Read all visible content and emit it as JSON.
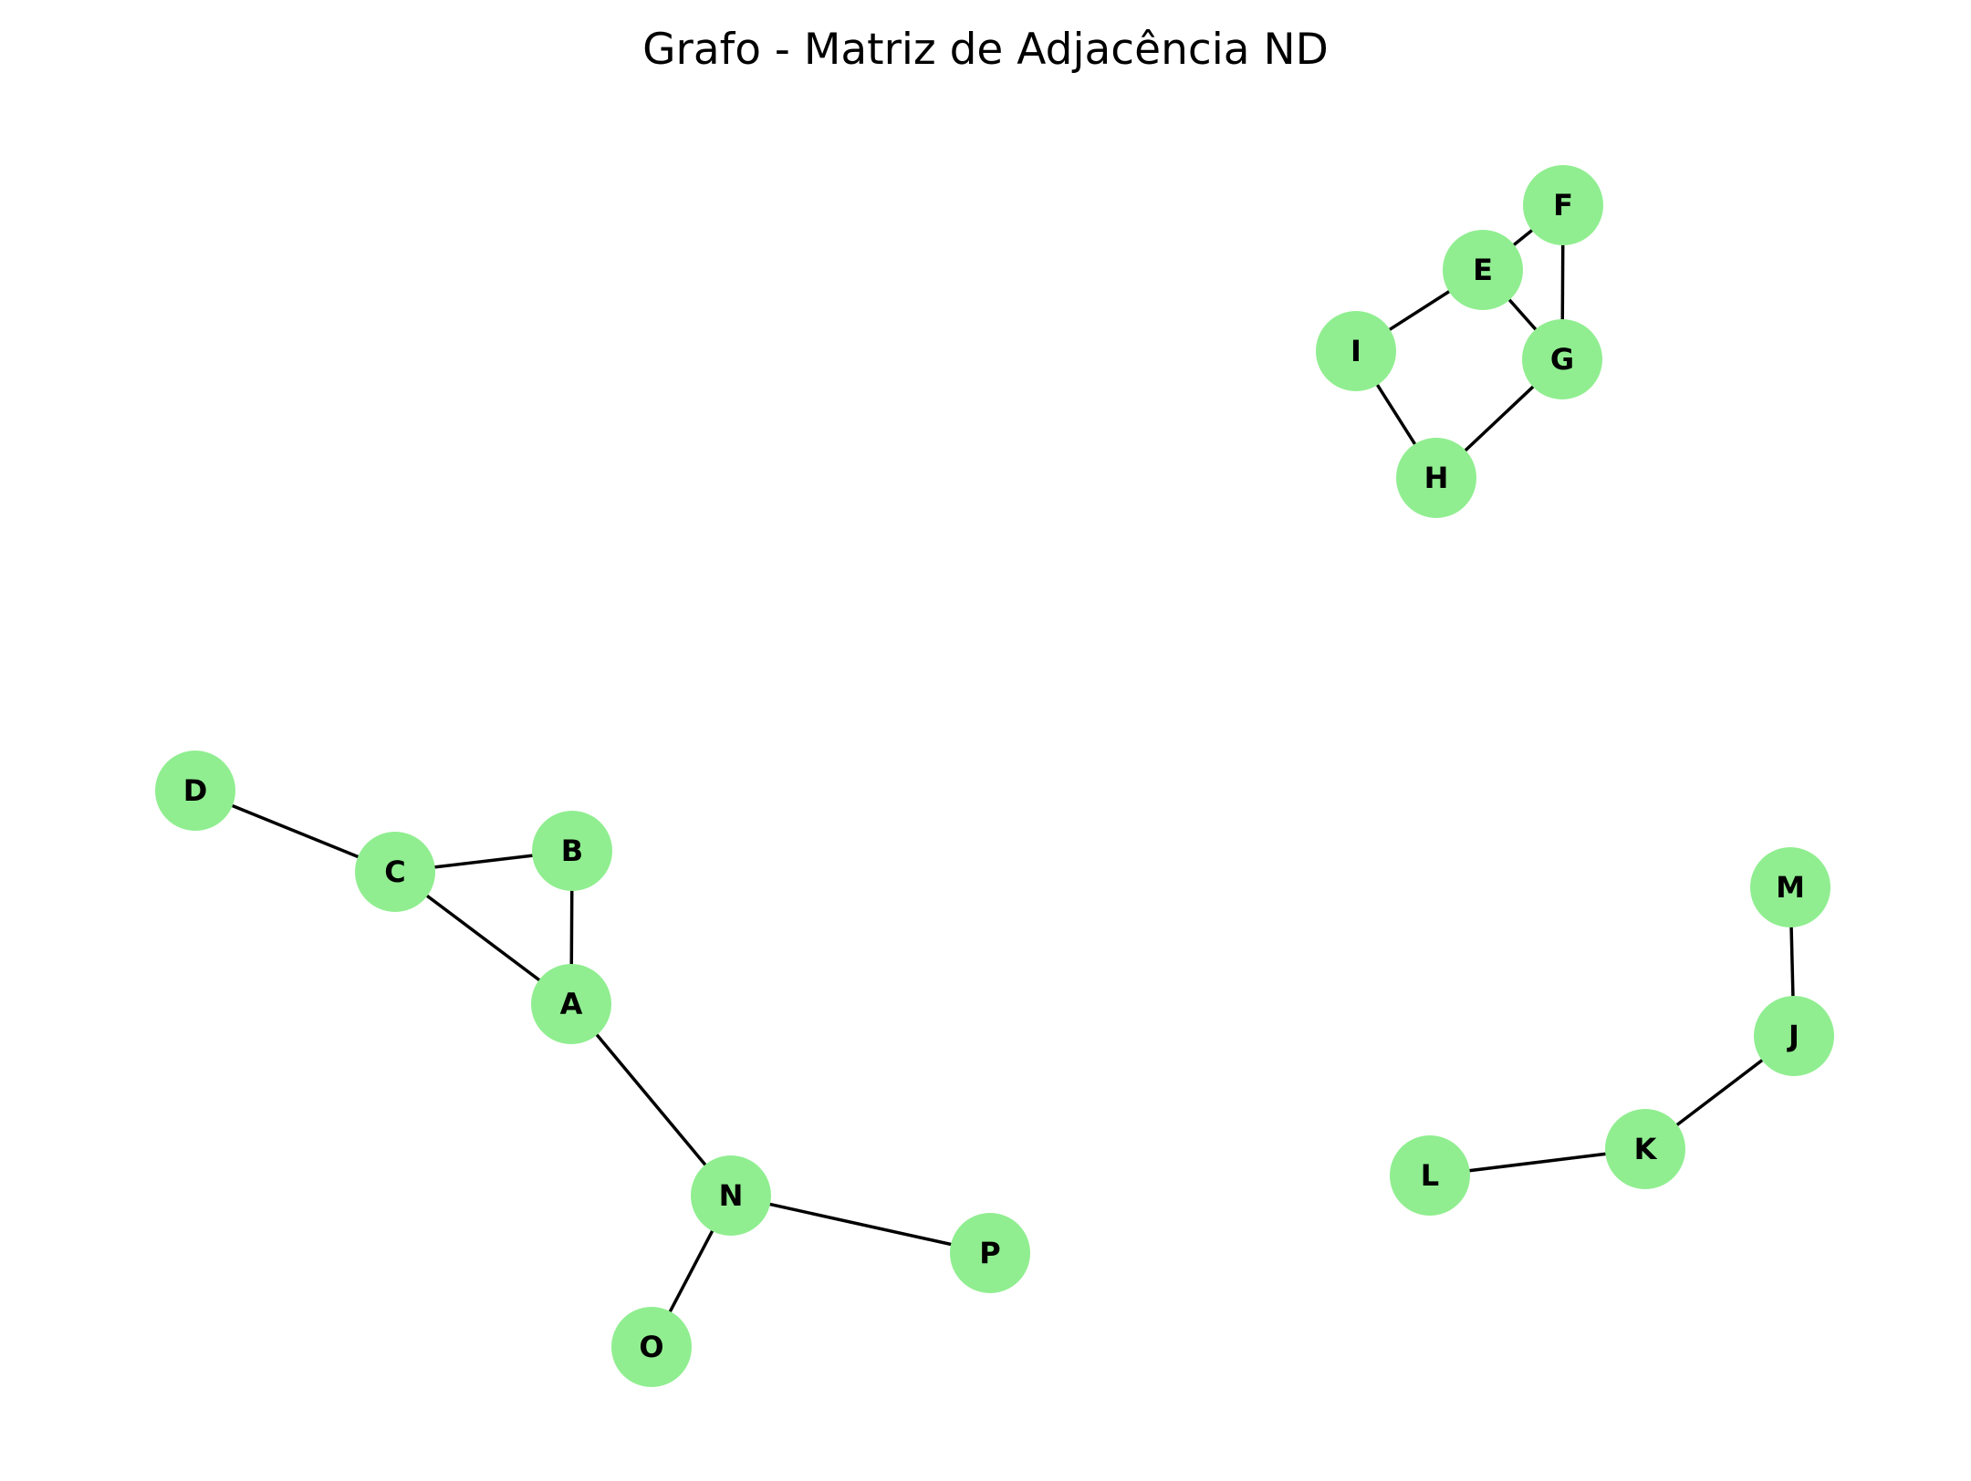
{
  "title": "Grafo - Matriz de Adjacência ND",
  "colors": {
    "node_fill": "#90ee90",
    "edge": "#000000",
    "label": "#000000",
    "background": "#ffffff"
  },
  "nodes": [
    {
      "id": "A",
      "label": "A"
    },
    {
      "id": "B",
      "label": "B"
    },
    {
      "id": "C",
      "label": "C"
    },
    {
      "id": "D",
      "label": "D"
    },
    {
      "id": "E",
      "label": "E"
    },
    {
      "id": "F",
      "label": "F"
    },
    {
      "id": "G",
      "label": "G"
    },
    {
      "id": "H",
      "label": "H"
    },
    {
      "id": "I",
      "label": "I"
    },
    {
      "id": "J",
      "label": "J"
    },
    {
      "id": "K",
      "label": "K"
    },
    {
      "id": "L",
      "label": "L"
    },
    {
      "id": "M",
      "label": "M"
    },
    {
      "id": "N",
      "label": "N"
    },
    {
      "id": "O",
      "label": "O"
    },
    {
      "id": "P",
      "label": "P"
    }
  ],
  "edges": [
    [
      "D",
      "C"
    ],
    [
      "C",
      "B"
    ],
    [
      "C",
      "A"
    ],
    [
      "B",
      "A"
    ],
    [
      "A",
      "N"
    ],
    [
      "N",
      "O"
    ],
    [
      "N",
      "P"
    ],
    [
      "E",
      "F"
    ],
    [
      "E",
      "I"
    ],
    [
      "E",
      "G"
    ],
    [
      "F",
      "G"
    ],
    [
      "I",
      "H"
    ],
    [
      "G",
      "H"
    ],
    [
      "M",
      "J"
    ],
    [
      "J",
      "K"
    ],
    [
      "K",
      "L"
    ]
  ]
}
